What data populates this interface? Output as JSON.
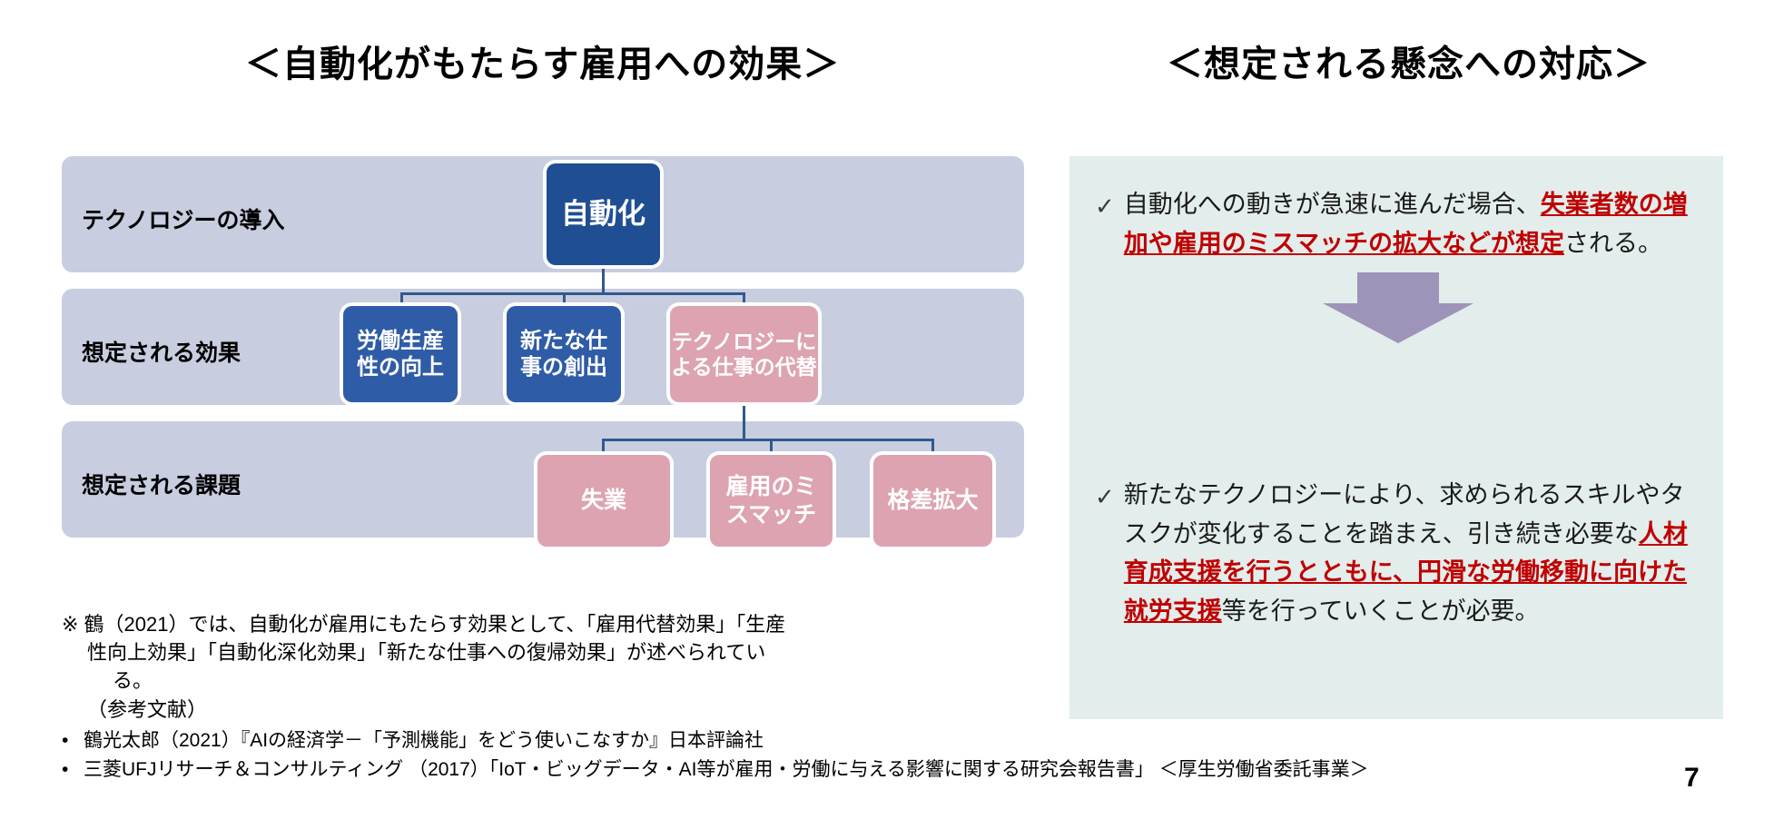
{
  "slide": {
    "page_number": "7",
    "left": {
      "title": "＜自動化がもたらす雇用への効果＞",
      "bands": [
        {
          "label": "テクノロジーの導入"
        },
        {
          "label": "想定される効果"
        },
        {
          "label": "想定される課題"
        }
      ],
      "nodes": {
        "automation": "自動化",
        "productivity_l1": "労働生産",
        "productivity_l2": "性の向上",
        "newjob_l1": "新たな仕",
        "newjob_l2": "事の創出",
        "replace_l1": "テクノロジーに",
        "replace_l2": "よる仕事の代替",
        "unemployment": "失業",
        "mismatch_l1": "雇用のミ",
        "mismatch_l2": "スマッチ",
        "gap": "格差拡大"
      },
      "footnote": {
        "line1": "※ 鶴（2021）では、自動化が雇用にもたらす効果として、「雇用代替効果」「生産",
        "line2": "性向上効果」「自動化深化効果」「新たな仕事への復帰効果」が述べられてい",
        "line3": "る。",
        "line4": "（参考文献）"
      },
      "references": [
        {
          "bullet": "•",
          "text": "鶴光太郎（2021）『AIの経済学－「予測機能」をどう使いこなすか』日本評論社"
        },
        {
          "bullet": "•",
          "text": "三菱UFJリサーチ＆コンサルティング （2017）「IoT・ビッグデータ・AI等が雇用・労働に与える影響に関する研究会報告書」 ＜厚生労働省委託事業＞"
        }
      ]
    },
    "right": {
      "title": "＜想定される懸念への対応＞",
      "bullets": [
        {
          "check": "✓",
          "segments": [
            {
              "text": "自動化への動きが急速に進んだ場合、",
              "emphasis": false
            },
            {
              "text": "失業者数の増加や雇用のミスマッチの拡大などが想定",
              "emphasis": true
            },
            {
              "text": "される。",
              "emphasis": false
            }
          ]
        },
        {
          "check": "✓",
          "segments": [
            {
              "text": "新たなテクノロジーにより、求められるスキルやタスクが変化することを踏まえ、引き続き必要な",
              "emphasis": false
            },
            {
              "text": "人材育成支援を行うとともに、円滑な労働移動に向けた就労支援",
              "emphasis": true
            },
            {
              "text": "等を行っていくことが必要。",
              "emphasis": false
            }
          ]
        }
      ],
      "arrow_icon": "down-arrow-icon"
    },
    "colors": {
      "band_gray": "#c8cee0",
      "blue_dark": "#1f4e93",
      "blue": "#2f5ca6",
      "pink": "#dda3b0",
      "panel_teal": "#e3edec",
      "emphasis_red": "#c00000",
      "connector": "#31598f",
      "arrow_purple": "#9e93b8"
    }
  }
}
